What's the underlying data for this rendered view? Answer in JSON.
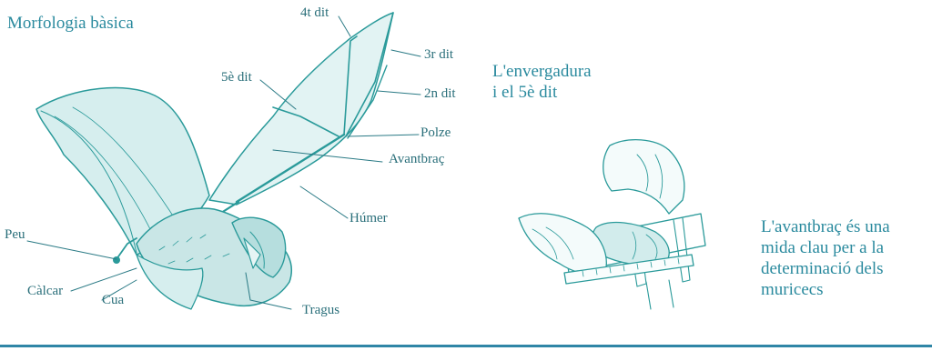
{
  "title": "Morfologia bàsica",
  "wingspan_caption": [
    "L'envergadura",
    "i el 5è dit"
  ],
  "forearm_caption": [
    "L'avantbraç és una",
    "mida clau per a la",
    "determinació dels",
    "muricecs"
  ],
  "labels": {
    "finger4": "4t dit",
    "finger3": "3r dit",
    "finger5": "5è dit",
    "finger2": "2n dit",
    "thumb": "Polze",
    "forearm": "Avantbraç",
    "humerus": "Húmer",
    "foot": "Peu",
    "calcar": "Càlcar",
    "tail": "Cua",
    "tragus": "Tragus"
  },
  "colors": {
    "caption": "#2a8a9e",
    "drawing": "#2a9a9a",
    "rule": "#2f86a6"
  }
}
